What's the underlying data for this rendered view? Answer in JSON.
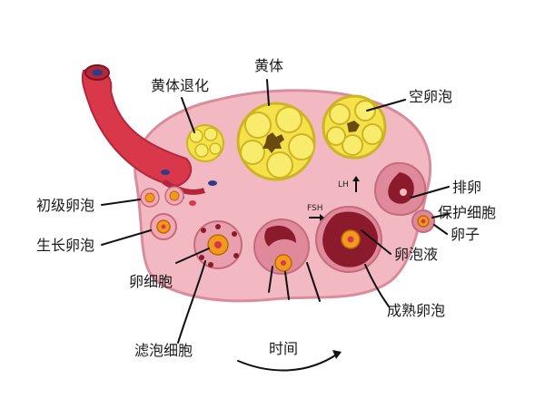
{
  "labels": {
    "corpus_luteum_regression": "黄体退化",
    "corpus_luteum": "黄体",
    "empty_follicle": "空卵泡",
    "ovulation": "排卵",
    "protective_cells": "保护细胞",
    "ovum": "卵子",
    "primary_follicle": "初级卵泡",
    "growing_follicle": "生长卵泡",
    "oocyte": "卵细胞",
    "follicular_fluid": "卵泡液",
    "mature_follicle": "成熟卵泡",
    "granulosa_cells": "滤泡细胞",
    "time": "时间",
    "fsh": "FSH",
    "lh": "LH"
  },
  "colors": {
    "ovary_fill": "#f3b9c3",
    "ovary_edge": "#d98d9c",
    "follicle_wall": "#e0899a",
    "follicle_dark": "#8a1a2c",
    "corpus_yellow": "#f5e24a",
    "vessel_red": "#d9384a",
    "vessel_blue": "#2c3c8c",
    "oocyte_orange": "#f19a1f"
  }
}
